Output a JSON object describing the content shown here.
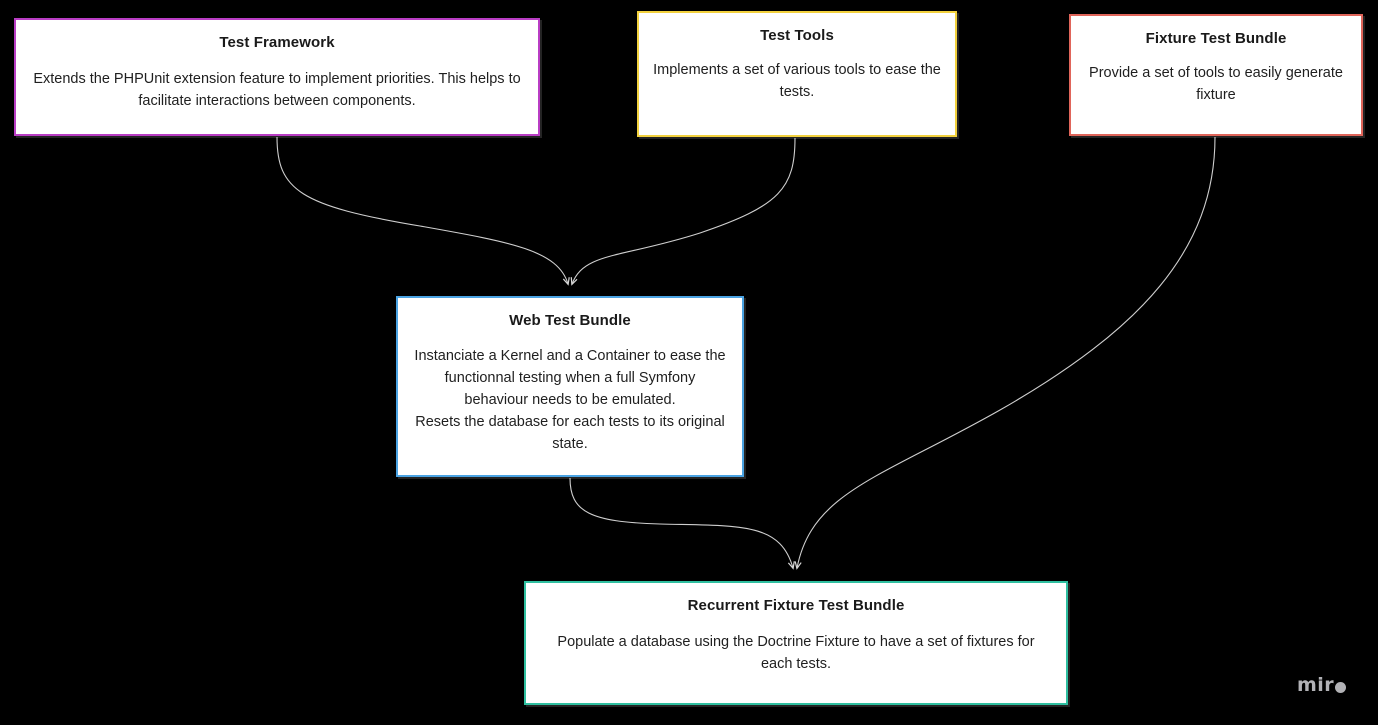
{
  "board": {
    "background_color": "#000000",
    "watermark": {
      "text": "mir",
      "icon": "miro-logo-dot"
    }
  },
  "cards": [
    {
      "id": "test-framework",
      "title": "Test Framework",
      "body": "Extends the PHPUnit extension feature to implement priorities. This helps to facilitate interactions between components.",
      "border_color": "#b93dc4",
      "background_color": "#ffffff"
    },
    {
      "id": "test-tools",
      "title": "Test Tools",
      "body": "Implements a set of various tools to ease the tests.",
      "border_color": "#f2d13e",
      "background_color": "#ffffff"
    },
    {
      "id": "fixture-test-bundle",
      "title": "Fixture Test Bundle",
      "body": "Provide a set of tools to easily generate fixture",
      "border_color": "#e0655a",
      "background_color": "#ffffff"
    },
    {
      "id": "web-test-bundle",
      "title": "Web Test Bundle",
      "body": "Instanciate a Kernel and a Container to ease the functionnal testing when a full Symfony behaviour needs to be emulated.\nResets the database for each tests to its original state.",
      "border_color": "#4aa3e3",
      "background_color": "#ffffff"
    },
    {
      "id": "recurrent-fixture-test-bundle",
      "title": "Recurrent Fixture Test Bundle",
      "body": "Populate a database using the Doctrine Fixture to have a set of fixtures for each tests.",
      "border_color": "#2fbfa0",
      "background_color": "#ffffff"
    }
  ],
  "connectors": [
    {
      "id": "test-framework-to-web-test-bundle",
      "from": "test-framework",
      "to": "web-test-bundle",
      "color": "#cfcfcf",
      "arrow": "end"
    },
    {
      "id": "test-tools-to-web-test-bundle",
      "from": "test-tools",
      "to": "web-test-bundle",
      "color": "#cfcfcf",
      "arrow": "end"
    },
    {
      "id": "fixture-test-bundle-to-recurrent-fixture-test-bundle",
      "from": "fixture-test-bundle",
      "to": "recurrent-fixture-test-bundle",
      "color": "#cfcfcf",
      "arrow": "end"
    },
    {
      "id": "web-test-bundle-to-recurrent-fixture-test-bundle",
      "from": "web-test-bundle",
      "to": "recurrent-fixture-test-bundle",
      "color": "#cfcfcf",
      "arrow": "end"
    }
  ]
}
